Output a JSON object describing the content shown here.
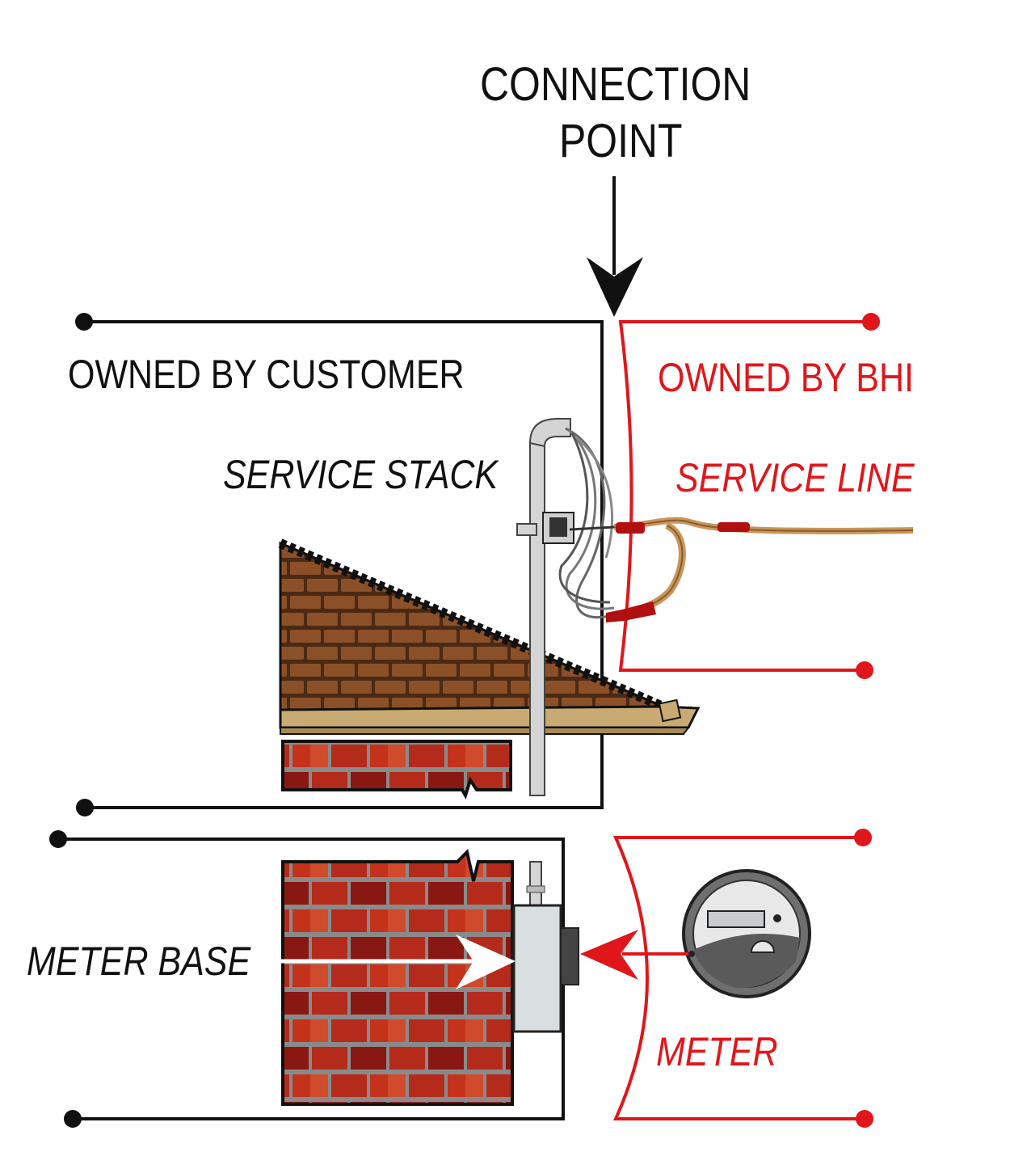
{
  "labels": {
    "connection_point_line1": "CONNECTION",
    "connection_point_line2": "POINT",
    "owned_by_customer": "OWNED BY CUSTOMER",
    "owned_by_bhi": "OWNED BY BHI",
    "service_stack": "SERVICE STACK",
    "service_line": "SERVICE LINE",
    "meter_base": "METER BASE",
    "meter": "METER"
  },
  "colors": {
    "customer": "#111111",
    "bhi": "#e0161b",
    "brick": "#c4321c",
    "roof": "#7a4422",
    "fascia": "#c8aa72"
  },
  "icons": {
    "meter": "electric-meter-icon",
    "stack": "service-mast-icon",
    "arrow": "arrow-icon"
  }
}
